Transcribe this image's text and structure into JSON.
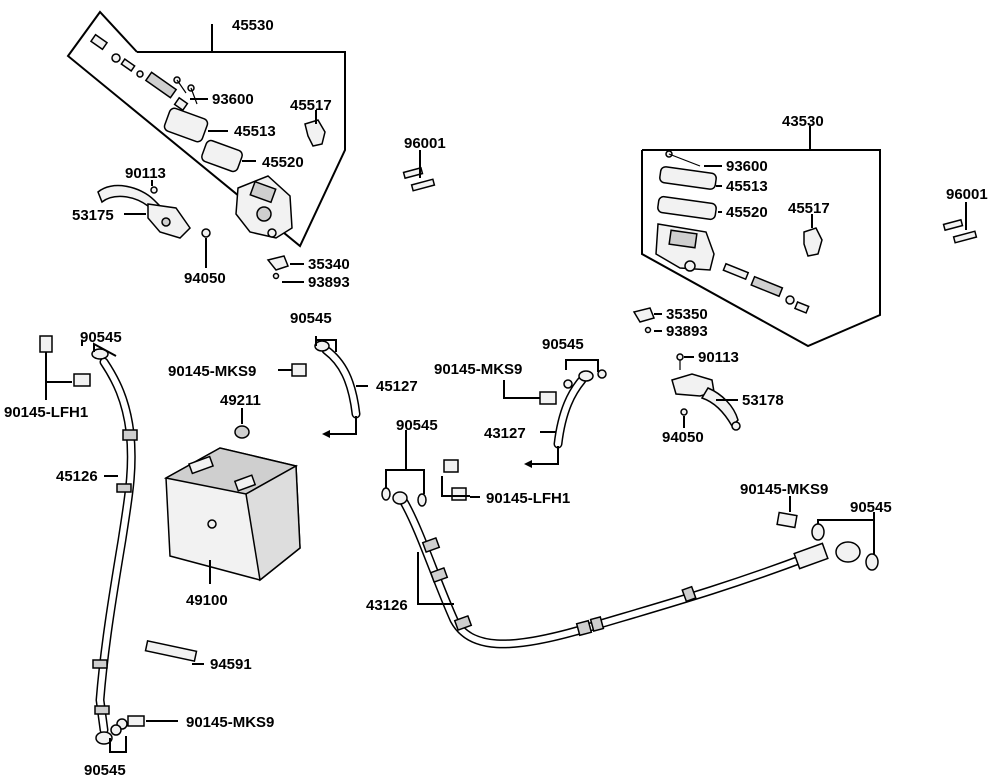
{
  "labels": {
    "p45530": "45530",
    "p93600_a": "93600",
    "p45517_a": "45517",
    "p45513_a": "45513",
    "p45520_a": "45520",
    "p90113_a": "90113",
    "p53175": "53175",
    "p94050_a": "94050",
    "p35340": "35340",
    "p93893_a": "93893",
    "p96001_a": "96001",
    "p43530": "43530",
    "p93600_b": "93600",
    "p45513_b": "45513",
    "p45520_b": "45520",
    "p45517_b": "45517",
    "p96001_b": "96001",
    "p35350": "35350",
    "p93893_b": "93893",
    "p90113_b": "90113",
    "p53178": "53178",
    "p94050_b": "94050",
    "p90545_a": "90545",
    "p90145lfh1_a": "90145-LFH1",
    "p45126": "45126",
    "p90545_b": "90545",
    "p90145mks9_a": "90145-MKS9",
    "p45127": "45127",
    "p49211": "49211",
    "p49100": "49100",
    "p94591": "94591",
    "p90145mks9_b": "90145-MKS9",
    "p90545_c": "90545",
    "p90545_d": "90545",
    "p90145mks9_c": "90145-MKS9",
    "p43127": "43127",
    "p90545_e": "90545",
    "p90145lfh1_b": "90145-LFH1",
    "p43126": "43126",
    "p90145mks9_d": "90145-MKS9",
    "p90545_f": "90545"
  }
}
